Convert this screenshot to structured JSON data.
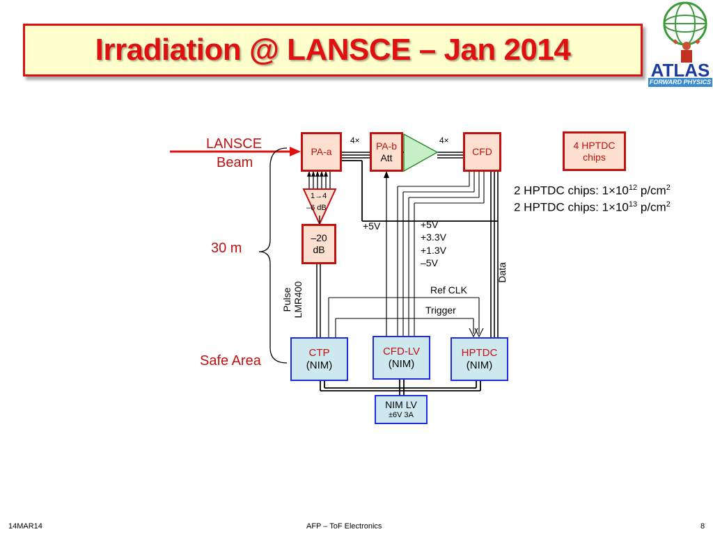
{
  "slide": {
    "title": "Irradiation @ LANSCE – Jan 2014"
  },
  "logo": {
    "text": "ATLAS",
    "subtext": "FORWARD PHYSICS"
  },
  "beam": {
    "label_line1": "LANSCE",
    "label_line2": "Beam",
    "distance": "30 m",
    "safe_area": "Safe Area"
  },
  "components": {
    "pa_a": "PA-a",
    "pa_b": "PA-b",
    "att": "Att",
    "cfd": "CFD",
    "splitter_line1": "1→4",
    "splitter_line2": "–6 dB",
    "attenuator_line1": "–20",
    "attenuator_line2": "dB",
    "hptdc_chips_line1": "4 HPTDC",
    "hptdc_chips_line2": "chips",
    "ctp": "CTP",
    "ctp_sub": "(NIM)",
    "cfd_lv": "CFD-LV",
    "cfd_lv_sub": "(NIM)",
    "hptdc": "HPTDC",
    "hptdc_sub": "(NIM)",
    "nim_lv": "NIM LV",
    "nim_lv_sub": "±6V 3A"
  },
  "labels": {
    "mult1": "4×",
    "mult2": "4×",
    "plus5v": "+5V",
    "rail1": "+5V",
    "rail2": "+3.3V",
    "rail3": "+1.3V",
    "rail4": "–5V",
    "data": "Data",
    "pulse_line1": "Pulse",
    "pulse_line2": "LMR400",
    "ref_clk": "Ref CLK",
    "trigger": "Trigger"
  },
  "flux": {
    "line1_prefix": "2 HPTDC chips: 1×10",
    "line1_exp": "12",
    "line1_unit": " p/cm",
    "line1_unit_exp": "2",
    "line2_prefix": "2 HPTDC chips: 1×10",
    "line2_exp": "13",
    "line2_unit": " p/cm",
    "line2_unit_exp": "2"
  },
  "footer": {
    "date": "14MAR14",
    "center": "AFP – ToF Electronics",
    "page": "8"
  }
}
